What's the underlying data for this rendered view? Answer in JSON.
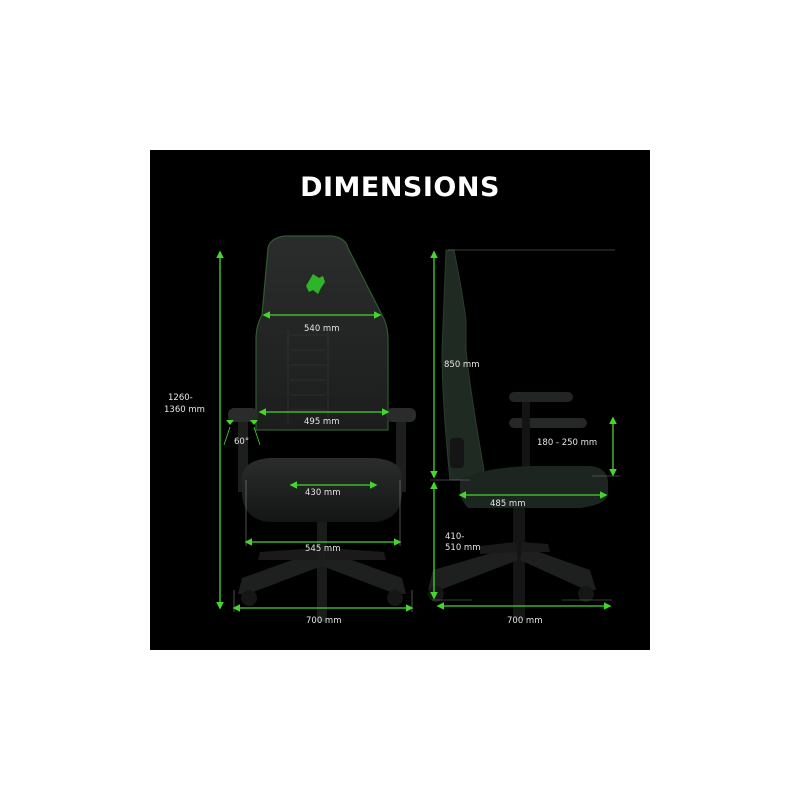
{
  "background_color": "#ffffff",
  "panel_color": "#000000",
  "accent_color": "#44d62c",
  "title": "DIMENSIONS",
  "front_view": {
    "overall_height_line1": "1260-",
    "overall_height_line2": "1360 mm",
    "backrest_top_width": "540 mm",
    "backrest_width": "495 mm",
    "armrest_angle": "60°",
    "seat_width": "430 mm",
    "armrest_span": "545 mm",
    "base_width": "700 mm"
  },
  "side_view": {
    "backrest_height": "850 mm",
    "armrest_height": "180 - 250 mm",
    "seat_depth": "485 mm",
    "seat_height_line1": "410-",
    "seat_height_line2": "510 mm",
    "base_width": "700 mm"
  }
}
